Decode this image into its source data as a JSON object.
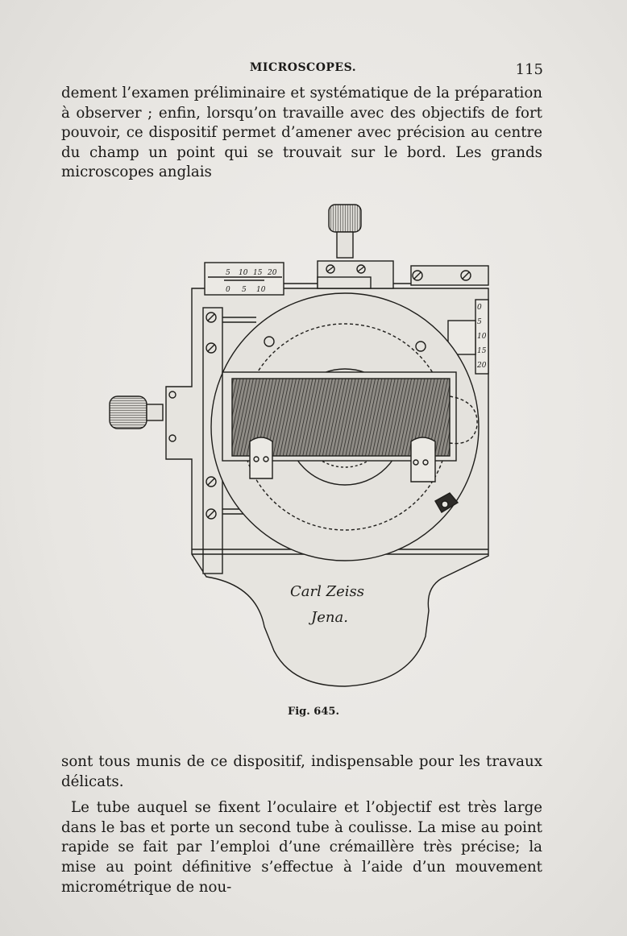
{
  "header": {
    "running_title": "MICROSCOPES.",
    "page_number": "115"
  },
  "body": {
    "top_paragraph": "dement l’examen préliminaire et systématique de la préparation à observer ; enfin, lorsqu’on travaille avec des objectifs de fort pouvoir, ce dispositif permet d’amener avec précision au centre du champ un point qui se trouvait sur le bord. Les grands microscopes anglais",
    "continuation": "sont tous munis de ce dispositif, indispensable pour les travaux délicats.",
    "next_paragraph": "Le tube auquel se fixent l’oculaire et l’objectif est très large dans le bas et porte un second tube à coulisse. La mise au point rapide se fait par l’emploi d’une crémaillère très précise; la mise au point définitive s’effectue à l’aide d’un mouvement micrométrique de nou-"
  },
  "figure": {
    "signature_line1": "Carl Zeiss",
    "signature_line2": "Jena.",
    "scale_top_top": [
      "5",
      "10",
      "15",
      "20"
    ],
    "scale_top_bottom": [
      "0",
      "5",
      "10"
    ],
    "scale_right": [
      "0",
      "5",
      "10",
      "15",
      "20"
    ],
    "caption": "Fig. 645."
  }
}
